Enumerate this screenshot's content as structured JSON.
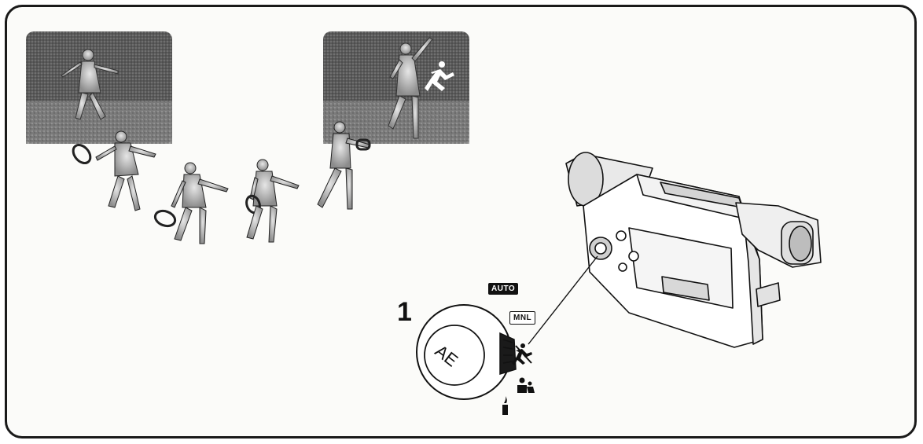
{
  "step": {
    "number": "1"
  },
  "dial": {
    "center_label": "AE",
    "mode_auto": "AUTO",
    "mode_manual": "MNL",
    "icons": [
      "sports-mode-icon",
      "portrait-mode-icon",
      "low-light-mode-icon"
    ]
  },
  "colors": {
    "line": "#111111",
    "photo_dark": "#3a3a3a",
    "photo_light": "#9a9a9a"
  }
}
